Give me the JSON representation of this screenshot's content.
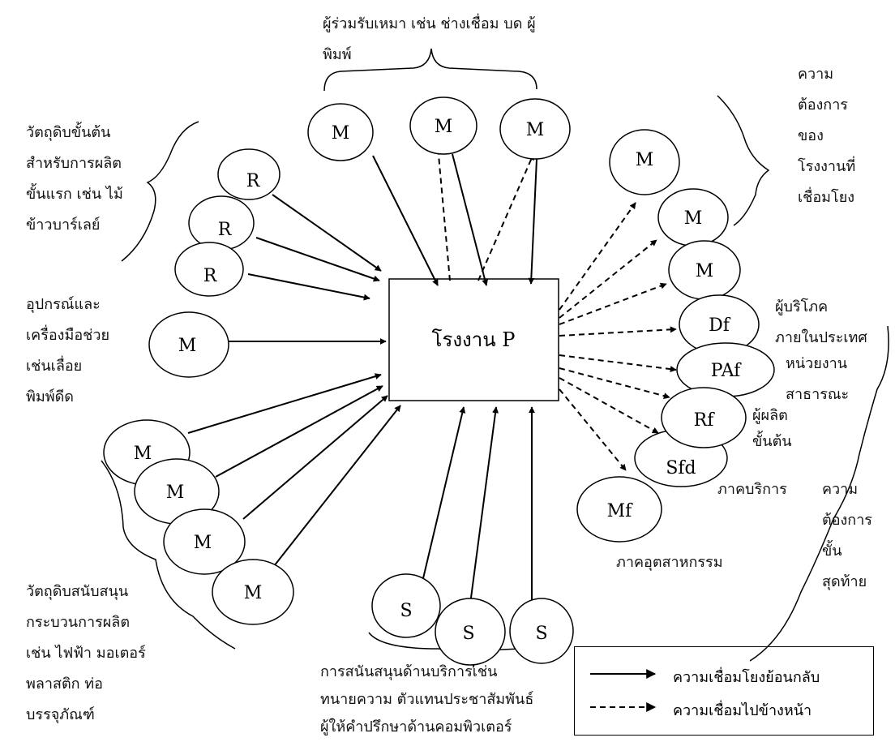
{
  "factory": {
    "label": "โรงงาน P"
  },
  "nodes": {
    "m_top1": "M",
    "m_top2": "M",
    "m_top3": "M",
    "r1": "R",
    "r2": "R",
    "r3": "R",
    "m_tool": "M",
    "m_sup1": "M",
    "m_sup2": "M",
    "m_sup3": "M",
    "m_sup4": "M",
    "s1": "S",
    "s2": "S",
    "s3": "S",
    "m_r1": "M",
    "m_r2": "M",
    "m_r3": "M",
    "df": "Df",
    "paf": "PAf",
    "rf": "Rf",
    "sfd": "Sfd",
    "mf": "Mf"
  },
  "labels": {
    "subcontractors": [
      "ผู้ร่วมรับเหมา เช่น ช่างเชื่อม บด ผู้",
      "พิมพ์"
    ],
    "raw_materials": [
      "วัตถุดิบขั้นต้น",
      "สำหรับการผลิต",
      "ขั้นแรก เช่น ไม้",
      "ข้าวบาร์เลย์"
    ],
    "equipment": [
      "อุปกรณ์และ",
      "เครื่องมือช่วย",
      "เช่นเลื่อย",
      "พิมพ์ดีด"
    ],
    "supporting_materials": [
      "วัตถุดิบสนับสนุน",
      "กระบวนการผลิต",
      "เช่น ไฟฟ้า มอเตอร์",
      "พลาสติก ท่อ",
      "บรรจุภัณฑ์"
    ],
    "services": [
      "การสนันสนุนด้านบริการเช่น",
      "ทนายความ ตัวแทนประชาสัมพันธ์",
      "ผู้ให้คำปรึกษาด้านคอมพิวเตอร์"
    ],
    "linked_demand": [
      "ความ",
      "ต้องการ",
      "ของ",
      "โรงงานที่",
      "เชื่อมโยง"
    ],
    "domestic_consumer": [
      "ผู้บริโภค",
      "ภายในประเทศ"
    ],
    "public_agency": [
      "หน่วยงาน",
      "สาธารณะ"
    ],
    "primary_producer": [
      "ผู้ผลิต",
      "ขั้นต้น"
    ],
    "service_sector": "ภาคบริการ",
    "industrial_sector": "ภาคอุตสาหกรรม",
    "final_demand": [
      "ความ",
      "ต้องการ",
      "ขั้น",
      "สุดท้าย"
    ]
  },
  "legend": {
    "backward": "ความเชื่อมโยงย้อนกลับ",
    "forward": "ความเชื่อมไปข้างหน้า"
  }
}
